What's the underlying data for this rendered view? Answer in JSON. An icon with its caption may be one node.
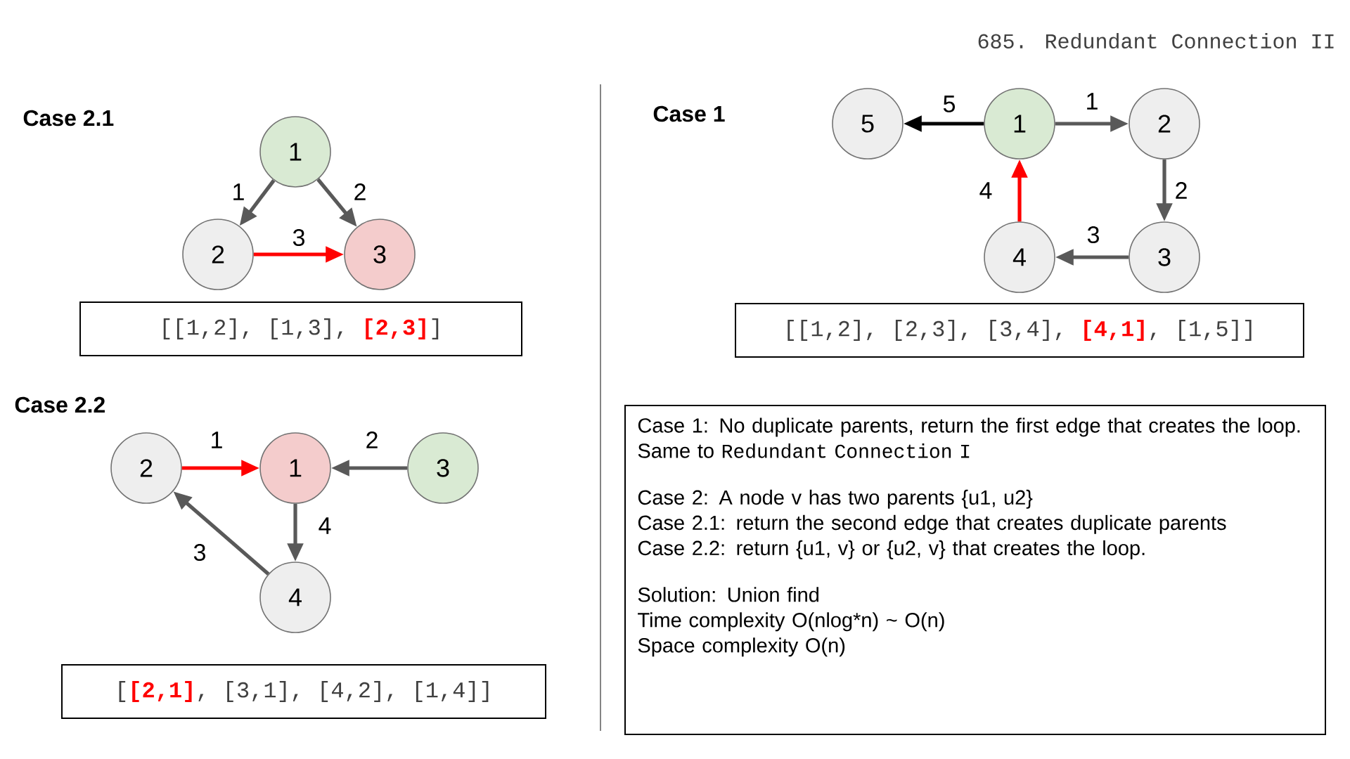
{
  "diagram": {
    "title": "685. Redundant Connection II",
    "nodes": [
      {
        "text": [
          "1"
        ]
      },
      {
        "text": [
          "2"
        ]
      },
      {
        "text": [
          "3"
        ]
      },
      {
        "text": [
          "[[1,2], [1,3], **[2,3]**]"
        ]
      },
      {
        "text": [
          "2"
        ]
      },
      {
        "text": [
          "1"
        ]
      },
      {
        "text": [
          "3"
        ]
      },
      {
        "text": [
          "4"
        ]
      },
      {
        "text": [
          "[**[2,1]**, [3,1], [4,2], [1,4]]"
        ]
      },
      {
        "text": [
          "5"
        ]
      },
      {
        "text": [
          "1"
        ]
      },
      {
        "text": [
          "2"
        ]
      },
      {
        "text": [
          "4"
        ]
      },
      {
        "text": [
          "3"
        ]
      },
      {
        "text": [
          "[[1,2], [2,3], [3,4], **[4,1]**, [1,5]]"
        ]
      },
      {
        "text": [
          "Case 1: No duplicate parents, return the first edge that creates the loop. Same to",
          "Redundant Connection I",
          "Case 2: A node v has two parents {u1, u2}",
          "Case 2.1: return the second edge that creates duplicate parents",
          "Case 2.2: return {u1, v} or {u2, v} that creates the loop.",
          "Solution: Union find",
          "Time complexity O(nlog*n) ~ O(n)",
          "Space complexity O(n)"
        ]
      }
    ],
    "edges": [
      {
        "from": 0,
        "to": 1,
        "arrow": "to",
        "label": "1"
      },
      {
        "from": 0,
        "to": 2,
        "arrow": "to",
        "label": "2"
      },
      {
        "from": 1,
        "to": 2,
        "arrow": "to",
        "label": "3",
        "color": "#ff0000"
      },
      {
        "from": 4,
        "to": 5,
        "arrow": "to",
        "label": "1",
        "color": "#ff0000"
      },
      {
        "from": 6,
        "to": 5,
        "arrow": "to",
        "label": "2"
      },
      {
        "from": 7,
        "to": 4,
        "arrow": "to",
        "label": "3"
      },
      {
        "from": 5,
        "to": 7,
        "arrow": "to",
        "label": "4"
      },
      {
        "from": 10,
        "to": 11,
        "arrow": "to",
        "label": "1"
      },
      {
        "from": 11,
        "to": 13,
        "arrow": "to",
        "label": "2"
      },
      {
        "from": 13,
        "to": 12,
        "arrow": "to",
        "label": "3"
      },
      {
        "from": 12,
        "to": 10,
        "arrow": "to",
        "label": "4",
        "color": "#ff0000"
      },
      {
        "from": 10,
        "to": 9,
        "arrow": "to",
        "label": "5",
        "color": "#000000"
      }
    ],
    "labels": [
      "Case 2.1",
      "Case 1",
      "Case 2.2"
    ]
  }
}
